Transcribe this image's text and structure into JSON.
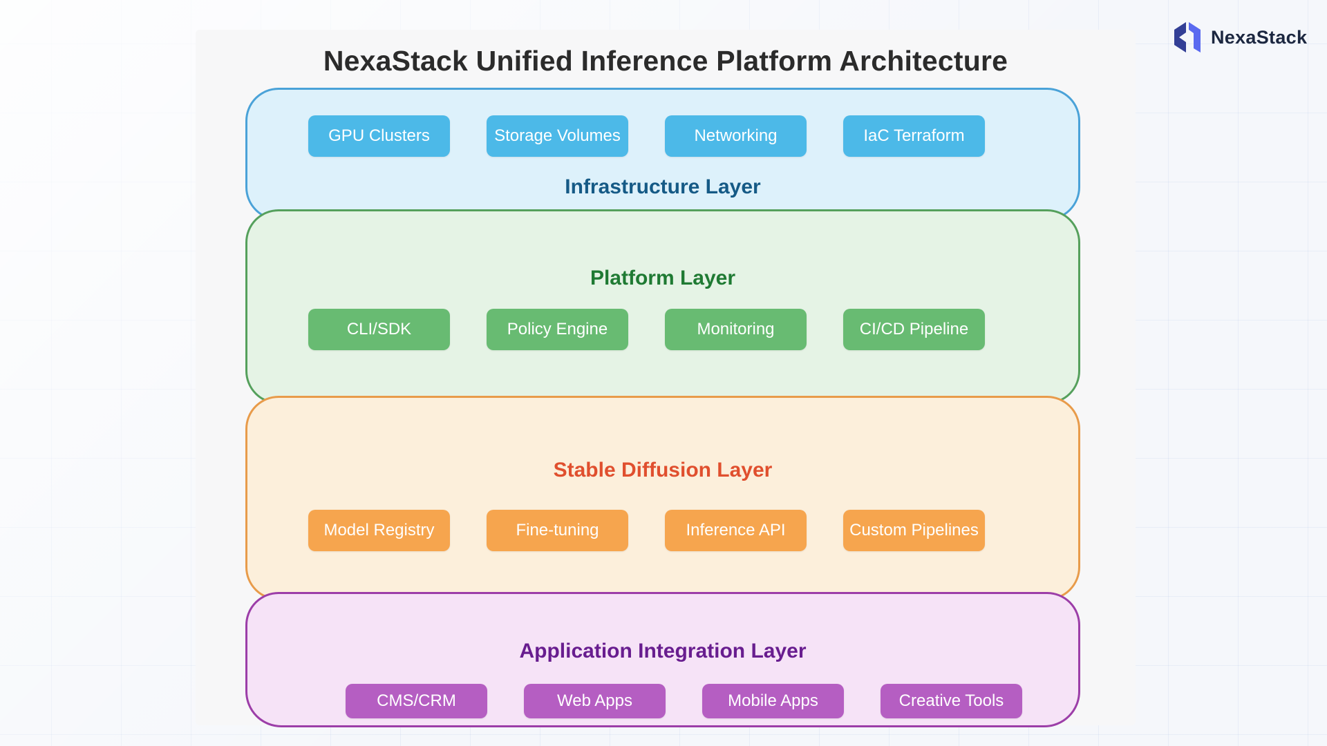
{
  "logo": {
    "text": "NexaStack"
  },
  "diagram": {
    "title": "NexaStack Unified Inference Platform Architecture"
  },
  "layers": [
    {
      "id": "infrastructure",
      "label": "Infrastructure Layer",
      "label_position": "below-boxes",
      "colors": {
        "fill": "#ddf1fb",
        "border": "#4aa2d8",
        "label": "#155a86",
        "box": "#4cb9e8"
      },
      "boxes": [
        "GPU Clusters",
        "Storage Volumes",
        "Networking",
        "IaC Terraform"
      ]
    },
    {
      "id": "platform",
      "label": "Platform Layer",
      "label_position": "above-boxes",
      "colors": {
        "fill": "#e5f3e5",
        "border": "#55a05c",
        "label": "#1f7a33",
        "box": "#68bb72"
      },
      "boxes": [
        "CLI/SDK",
        "Policy Engine",
        "Monitoring",
        "CI/CD Pipeline"
      ]
    },
    {
      "id": "stable-diffusion",
      "label": "Stable Diffusion Layer",
      "label_position": "above-boxes",
      "colors": {
        "fill": "#fcefdb",
        "border": "#e89b4a",
        "label": "#e04f2e",
        "box": "#f6a54e"
      },
      "boxes": [
        "Model Registry",
        "Fine-tuning",
        "Inference API",
        "Custom Pipelines"
      ]
    },
    {
      "id": "application-integration",
      "label": "Application Integration Layer",
      "label_position": "above-boxes",
      "colors": {
        "fill": "#f6e3f7",
        "border": "#9c3ea8",
        "label": "#681d8f",
        "box": "#b55ec2"
      },
      "boxes": [
        "CMS/CRM",
        "Web Apps",
        "Mobile Apps",
        "Creative Tools"
      ]
    }
  ]
}
